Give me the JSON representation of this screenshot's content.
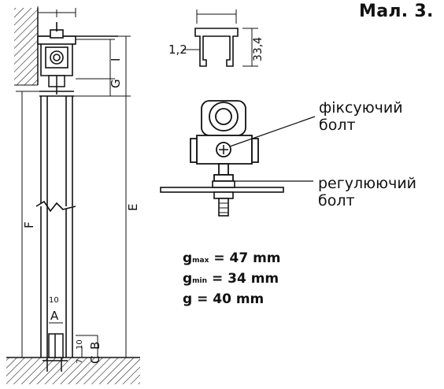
{
  "figure": {
    "title": "Мал. 3."
  },
  "callouts": {
    "fixing_bolt": [
      "фіксуючий",
      "болт"
    ],
    "adjusting_bolt": [
      "регулюючий",
      "болт"
    ]
  },
  "profile": {
    "thickness": "1,2",
    "height": "33,4"
  },
  "dimensions": {
    "A": "A",
    "B": "B",
    "C": "C",
    "E": "E",
    "F": "F",
    "G": "G",
    "I": "I",
    "ten_a": "10",
    "ten_b": "10",
    "seven": "7"
  },
  "specs": [
    {
      "var": "g",
      "sub": "max",
      "value": " = 47 mm"
    },
    {
      "var": "g",
      "sub": "min",
      "value": " = 34 mm"
    },
    {
      "var": "g",
      "sub": "",
      "value": " = 40 mm"
    }
  ]
}
